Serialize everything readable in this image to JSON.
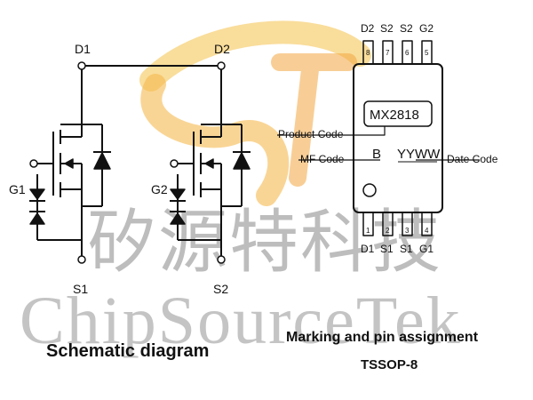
{
  "watermark": {
    "chinese": "矽源特科技",
    "english": "ChipSourceTek",
    "logo_colors": [
      "#f7c96a",
      "#f3a640"
    ]
  },
  "schematic": {
    "caption": "Schematic diagram",
    "labels": {
      "d1": "D1",
      "d2": "D2",
      "g1": "G1",
      "g2": "G2",
      "s1": "S1",
      "s2": "S2"
    }
  },
  "package": {
    "caption": "Marking and pin assignment",
    "type": "TSSOP-8",
    "marking": "MX2818",
    "mf_char": "B",
    "date_chars": "YYWW",
    "callouts": {
      "product_code": "Product Code",
      "mf_code": "MF Code",
      "date_code": "Date Code"
    },
    "top_pins": [
      {
        "name": "D2",
        "number": "8"
      },
      {
        "name": "S2",
        "number": "7"
      },
      {
        "name": "S2",
        "number": "6"
      },
      {
        "name": "G2",
        "number": "5"
      }
    ],
    "bottom_pins": [
      {
        "name": "D1",
        "number": "1"
      },
      {
        "name": "S1",
        "number": "2"
      },
      {
        "name": "S1",
        "number": "3"
      },
      {
        "name": "G1",
        "number": "4"
      }
    ]
  }
}
